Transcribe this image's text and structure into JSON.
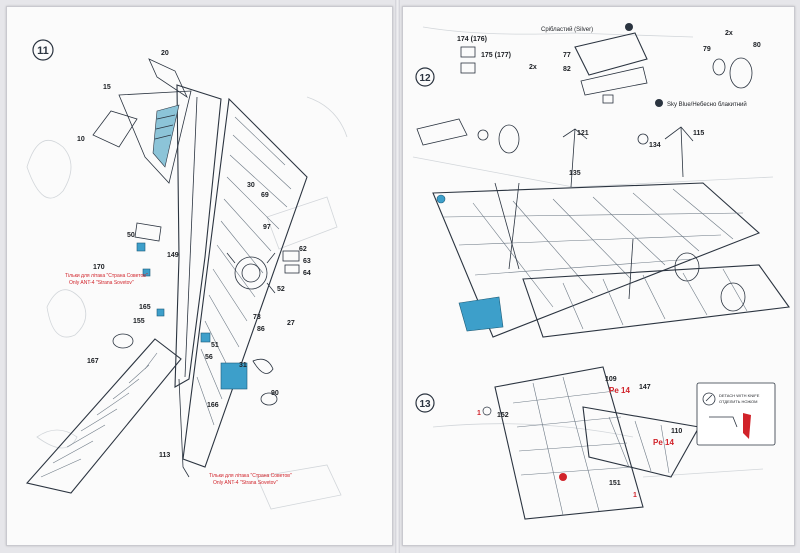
{
  "colors": {
    "paper": "#fbfbfb",
    "line": "#2b3440",
    "accent_blue": "#3d9fca",
    "accent_red": "#d1232a",
    "ghost": "#d2d6da"
  },
  "step11": {
    "number": "11",
    "parts": [
      "20",
      "15",
      "10",
      "30",
      "69",
      "97",
      "50",
      "149",
      "170",
      "62",
      "63",
      "64",
      "165",
      "52",
      "27",
      "155",
      "73",
      "86",
      "56",
      "51",
      "31",
      "167",
      "90",
      "166",
      "113"
    ],
    "note_top": [
      "Тільки для літака \"Страна Советов\"",
      "Only ANT-4 \"Strana Sovetov\""
    ],
    "note_bottom": [
      "Тільки для літака \"Страна Советов\"",
      "Only ANT-4 \"Strana Sovetov\""
    ]
  },
  "step12": {
    "number": "12",
    "parts": [
      "174 (176)",
      "175 (177)",
      "77",
      "82",
      "79",
      "80",
      "121",
      "135",
      "134",
      "115"
    ],
    "quantity_a": "2x",
    "quantity_b": "2x",
    "color_silver": "Срібластий (Silver)",
    "color_sky": "Sky Blue/Небесно блакитний"
  },
  "step13": {
    "number": "13",
    "parts": [
      "109",
      "147",
      "152",
      "110",
      "151"
    ],
    "part_one": "1",
    "material_label": "Pe 14",
    "detach_note": [
      "DETACH WITH KNIFE",
      "ОТДЕЛИТЬ НОЖОМ"
    ]
  }
}
